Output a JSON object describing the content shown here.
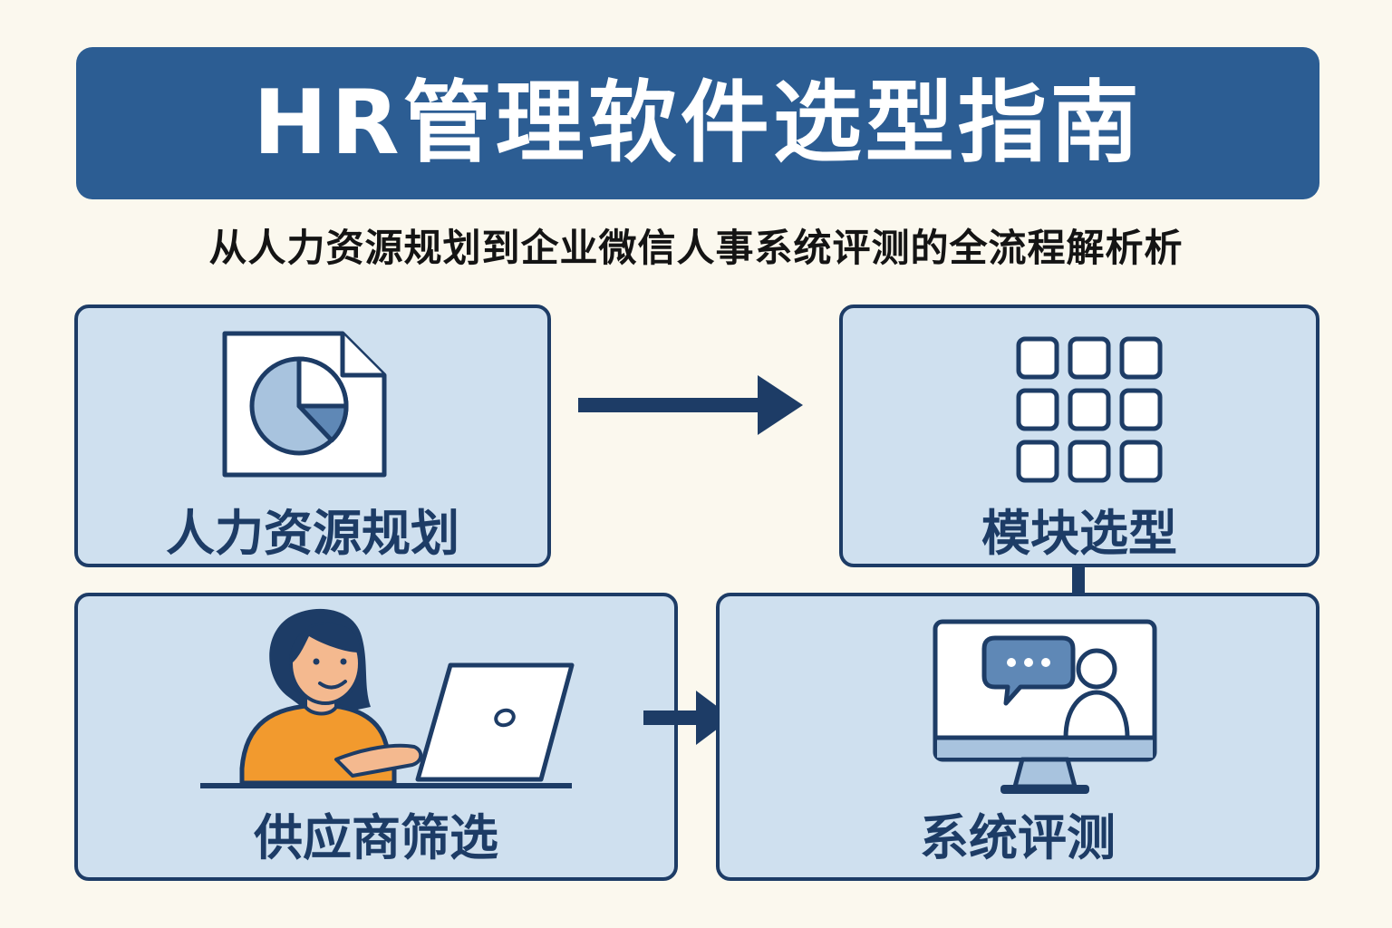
{
  "header": {
    "title": "HR管理软件选型指南",
    "subtitle": "从人力资源规划到企业微信人事系统评测的全流程解析析"
  },
  "steps": [
    {
      "label": "人力资源规划",
      "icon": "document-pie-chart-icon"
    },
    {
      "label": "模块选型",
      "icon": "module-grid-icon"
    },
    {
      "label": "供应商筛选",
      "icon": "person-laptop-icon"
    },
    {
      "label": "系统评测",
      "icon": "monitor-video-chat-icon"
    }
  ],
  "colors": {
    "background": "#fbf8ee",
    "banner": "#2c5d93",
    "card_fill": "#cfe0ef",
    "outline": "#1d3c66",
    "accent_orange": "#f29a2e",
    "skin": "#f4b98f"
  }
}
